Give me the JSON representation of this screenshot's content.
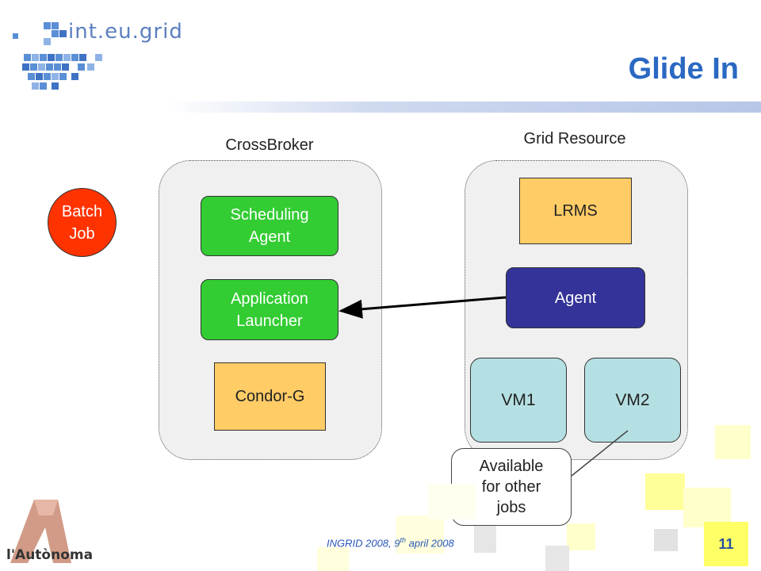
{
  "header": {
    "logo_text": "int.eu.grid",
    "title": "Glide In"
  },
  "diagram": {
    "batch_job": "Batch\nJob",
    "crossbroker": {
      "label": "CrossBroker",
      "scheduling_agent": "Scheduling\nAgent",
      "application_launcher": "Application\nLauncher",
      "condor_g": "Condor-G"
    },
    "grid_resource": {
      "label": "Grid Resource",
      "lrms": "LRMS",
      "agent": "Agent",
      "vm1": "VM1",
      "vm2": "VM2"
    },
    "callout": "Available\nfor other\njobs"
  },
  "footer": {
    "event": "INGRID 2008, 9",
    "superscript": "th",
    "date_rest": " april 2008",
    "page_number": "11",
    "university": "l'Autònoma"
  }
}
